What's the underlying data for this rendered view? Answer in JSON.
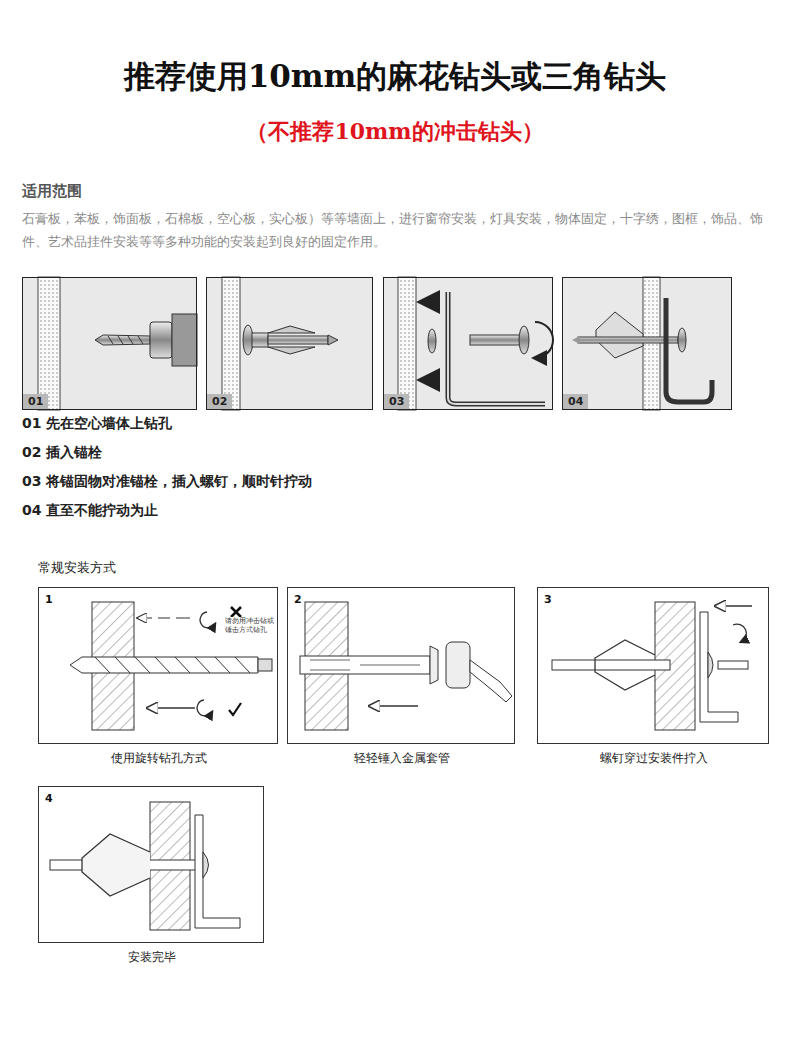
{
  "diagram": {
    "title": "推荐使用10mm的麻花钻头或三角钻头",
    "nodes": [
      {
        "text": [
          "01"
        ]
      },
      {
        "text": [
          "02"
        ]
      },
      {
        "text": [
          "03"
        ]
      },
      {
        "text": [
          "04"
        ]
      },
      {
        "text": [
          "1",
          "请勿用冲击钻或锤击方式钻孔",
          "使用旋转钻孔方式"
        ]
      },
      {
        "text": [
          "2",
          "轻轻锤入金属套管"
        ]
      },
      {
        "text": [
          "3",
          "螺钉穿过安装件拧入"
        ]
      },
      {
        "text": [
          "4",
          "安装完毕"
        ]
      }
    ],
    "labels": [
      "（不推荐10mm的冲击钻头）",
      "适用范围",
      "石膏板，苯板，饰面板，石棉板，空心板，实心板）等等墙面上，进行窗帘安装，灯具安装，物体固定，十字绣，图框，饰品、饰件、艺术品挂件安装等等多种功能的安装起到良好的固定作用。",
      "01  先在空心墙体上钻孔",
      "02  插入锚栓",
      "03  将锚固物对准锚栓，插入螺钉，顺时针拧动",
      "04  直至不能拧动为止",
      "常规安装方式"
    ]
  }
}
